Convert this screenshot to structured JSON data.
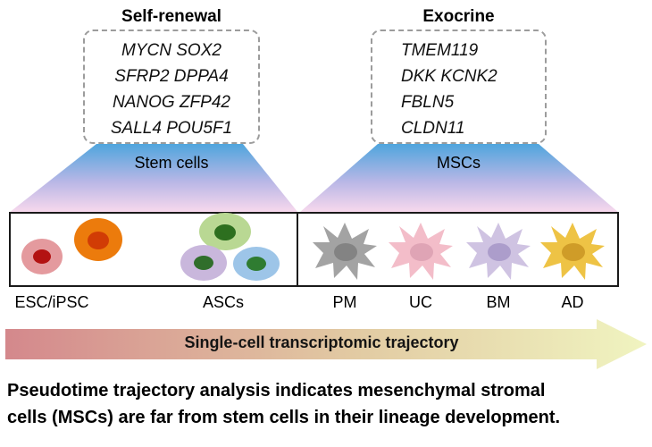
{
  "panels": {
    "left": {
      "header": "Self-renewal",
      "genes": [
        "MYCN SOX2",
        "SFRP2 DPPA4",
        "NANOG ZFP42",
        "SALL4 POU5F1"
      ],
      "funnel_label": "Stem cells"
    },
    "right": {
      "header": "Exocrine",
      "genes": [
        "TMEM119",
        "DKK KCNK2",
        "FBLN5",
        "CLDN11"
      ],
      "funnel_label": "MSCs"
    }
  },
  "cell_group_labels": {
    "esc": "ESC/iPSC",
    "asc": "ASCs",
    "pm": "PM",
    "uc": "UC",
    "bm": "BM",
    "ad": "AD"
  },
  "arrow": {
    "label": "Single-cell transcriptomic trajectory",
    "start_color": "#d4888c",
    "mid_color": "#e2cba3",
    "end_color": "#f0f4c0"
  },
  "funnel_colors": {
    "top": "#4fa5dd",
    "mid": "#b9b7e6",
    "bottom": "#f9d9ed"
  },
  "cells": {
    "esc1": {
      "body": "#e49a9e",
      "nucleus": "#b31212"
    },
    "esc2": {
      "body": "#ec7b0c",
      "nucleus": "#d13c05"
    },
    "asc_green": {
      "body": "#b9d893",
      "nucleus": "#2d6f1f"
    },
    "asc_purple": {
      "body": "#c9b7dc",
      "nucleus": "#306e2b"
    },
    "asc_blue": {
      "body": "#9dc5e8",
      "nucleus": "#2f7c31"
    },
    "pm": {
      "body": "#a3a3a3",
      "nucleus": "#838383"
    },
    "uc": {
      "body": "#f3bdc9",
      "nucleus": "#dfa4b5"
    },
    "bm": {
      "body": "#cfc3e2",
      "nucleus": "#ac9dcb"
    },
    "ad": {
      "body": "#eec345",
      "nucleus": "#cf9c28"
    }
  },
  "caption": {
    "line1": "Pseudotime trajectory analysis indicates mesenchymal stromal",
    "line2": "cells (MSCs) are far from stem cells in their lineage development."
  }
}
